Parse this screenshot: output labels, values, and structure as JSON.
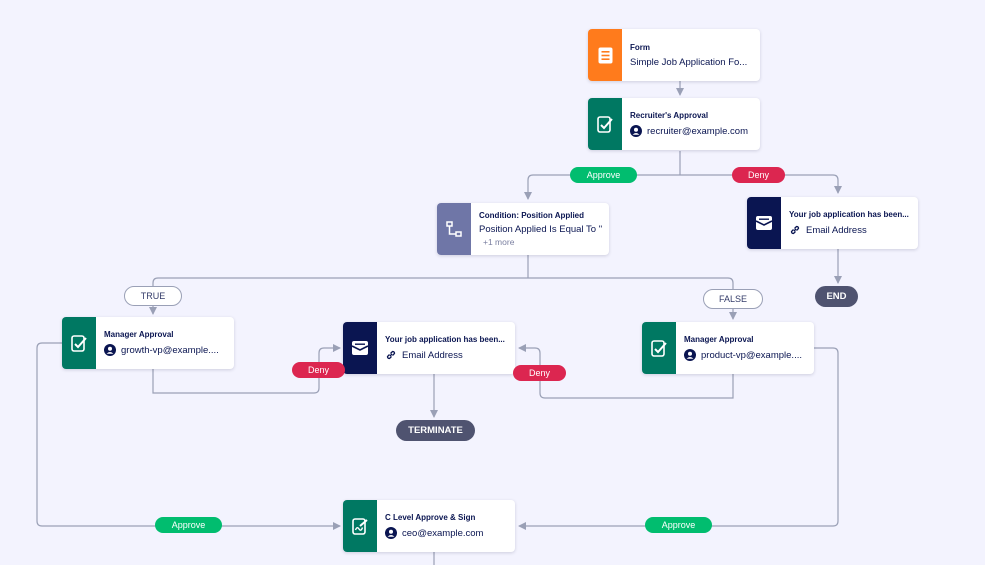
{
  "colors": {
    "background": "#f3f3fe",
    "form_orange": "#ff7b1c",
    "approval_green": "#007862",
    "email_navy": "#0a1551",
    "condition_slate": "#6f76a7",
    "approve_green": "#01bd6f",
    "deny_red": "#dc2650",
    "terminal_gray": "#4f5370"
  },
  "nodes": {
    "form": {
      "icon": "form-icon",
      "title": "Form",
      "subtitle": "Simple Job Application Fo..."
    },
    "recruiter": {
      "icon": "approval-icon",
      "title": "Recruiter's Approval",
      "subtitle": "recruiter@example.com",
      "sub_icon": "user-icon"
    },
    "condition": {
      "icon": "condition-icon",
      "title": "Condition: Position Applied",
      "subtitle": "Position Applied Is Equal To \"",
      "more": "+1 more"
    },
    "email_rejected_top": {
      "icon": "email-icon",
      "title": "Your job application has been...",
      "subtitle": "Email Address",
      "sub_icon": "link-icon"
    },
    "manager_growth": {
      "icon": "approval-icon",
      "title": "Manager Approval",
      "subtitle": "growth-vp@example....",
      "sub_icon": "user-icon"
    },
    "email_rejected_mid": {
      "icon": "email-icon",
      "title": "Your job application has been...",
      "subtitle": "Email Address",
      "sub_icon": "link-icon"
    },
    "manager_product": {
      "icon": "approval-icon",
      "title": "Manager Approval",
      "subtitle": "product-vp@example....",
      "sub_icon": "user-icon"
    },
    "clevel": {
      "icon": "sign-icon",
      "title": "C Level Approve & Sign",
      "subtitle": "ceo@example.com",
      "sub_icon": "user-icon"
    }
  },
  "edge_labels": {
    "approve_1": "Approve",
    "deny_1": "Deny",
    "true_branch": "TRUE",
    "false_branch": "FALSE",
    "deny_2": "Deny",
    "deny_3": "Deny",
    "approve_2": "Approve",
    "approve_3": "Approve"
  },
  "terminals": {
    "end": "END",
    "terminate": "TERMINATE"
  }
}
